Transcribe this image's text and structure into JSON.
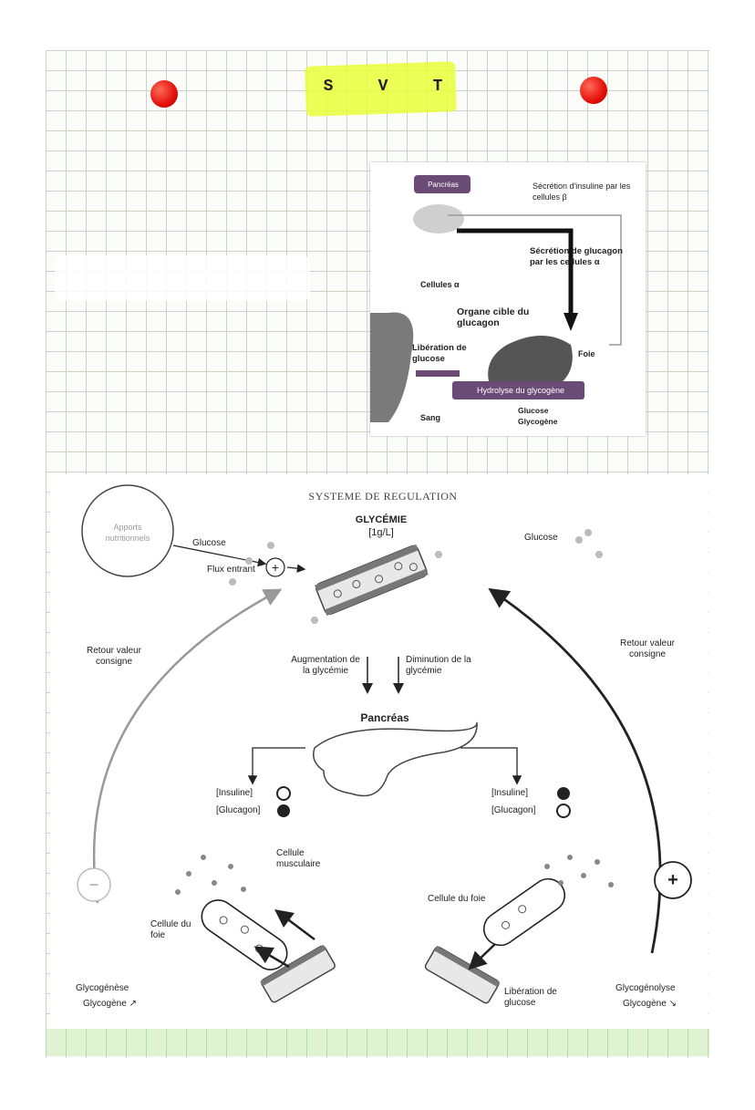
{
  "header": {
    "title_letters": [
      "S",
      "V",
      "T"
    ]
  },
  "colors": {
    "pin_red": "#e3100a",
    "highlight_yellow": "#e9ff3a",
    "grid_green": "#dff3d3"
  },
  "inset": {
    "pancreas_label": "Pancréas",
    "secretion_insuline": "Sécrétion d'insuline par les cellules β",
    "secretion_glucagon": "Sécrétion de glucagon par les cellules α",
    "cellules_alpha": "Cellules α",
    "organe_cible": "Organe cible du glucagon",
    "liberation": "Libération de glucose",
    "foie": "Foie",
    "hydrolyse": "Hydrolyse du glycogène",
    "sang": "Sang",
    "glucose_glycogene": "Glucose Glycogène"
  },
  "system": {
    "title": "SYSTEME DE REGULATION",
    "apports": "Apports nutritionnels",
    "glucose_left": "Glucose",
    "flux_entrant": "Flux entrant",
    "glycemie": "GLYCÉMIE",
    "glycemie_value": "[1g/L]",
    "glucose_right": "Glucose",
    "retour_left": "Retour valeur consigne",
    "retour_right": "Retour valeur consigne",
    "augmentation": "Augmentation de la glycémie",
    "diminution": "Diminution de la glycémie",
    "pancreas": "Pancréas",
    "left_insuline": "[Insuline]",
    "left_glucagon": "[Glucagon]",
    "right_insuline": "[Insuline]",
    "right_glucagon": "[Glucagon]",
    "cellule_musculaire": "Cellule musculaire",
    "cellule_foie_left": "Cellule du foie",
    "cellule_foie_right": "Cellule du foie",
    "glycogenese": "Glycogénèse",
    "glycogene_left": "Glycogène ↗",
    "glycogenolyse": "Glycogénolyse",
    "glycogene_right": "Glycogène ↘",
    "liberation_right": "Libération de glucose",
    "plus_symbol": "+",
    "minus_symbol": "−"
  }
}
